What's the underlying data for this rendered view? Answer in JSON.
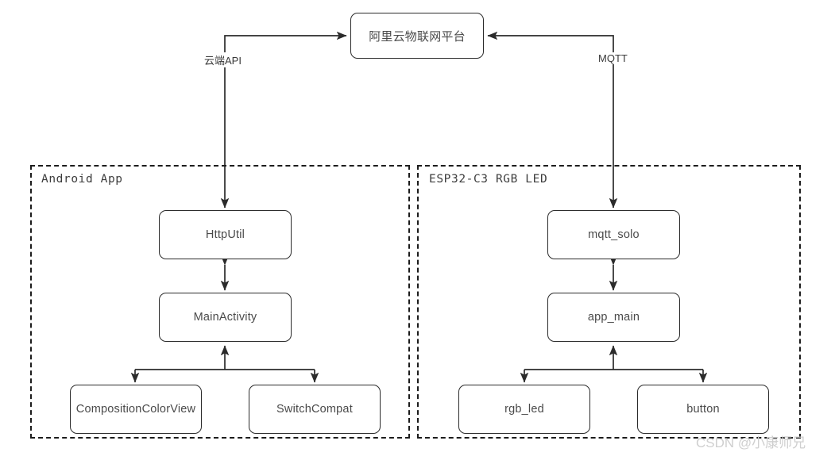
{
  "diagram": {
    "title_node": {
      "label": "阿里云物联网平台"
    },
    "edge_labels": {
      "cloud_api": "云端API",
      "mqtt": "MQTT"
    },
    "groups": [
      {
        "id": "android",
        "title": "Android App"
      },
      {
        "id": "esp32",
        "title": "ESP32-C3 RGB LED"
      }
    ],
    "nodes": {
      "http_util": "HttpUtil",
      "main_activity": "MainActivity",
      "composition_color_view": "CompositionColorView",
      "switch_compat": "SwitchCompat",
      "mqtt_solo": "mqtt_solo",
      "app_main": "app_main",
      "rgb_led": "rgb_led",
      "button": "button"
    },
    "watermark": "CSDN @小康师兄",
    "colors": {
      "stroke": "#2b2b2b",
      "text": "#4a4a4a",
      "group_stroke": "#1c1c1c",
      "watermark": "#cfcfcf",
      "background": "#ffffff"
    }
  }
}
